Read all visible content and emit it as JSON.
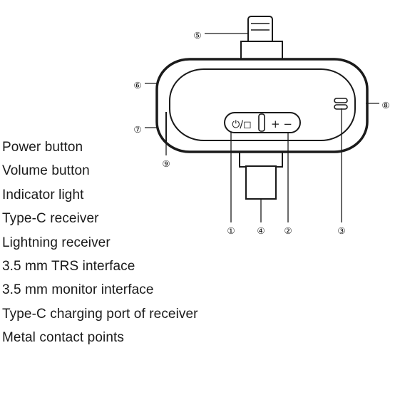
{
  "legend": [
    "Power button",
    "Volume button",
    "Indicator light",
    "Type-C receiver",
    "Lightning receiver",
    "3.5 mm TRS interface",
    "3.5 mm monitor interface",
    "Type-C charging port of receiver",
    "Metal contact points"
  ],
  "callouts": [
    "①",
    "②",
    "③",
    "④",
    "⑤",
    "⑥",
    "⑦",
    "⑧",
    "⑨"
  ],
  "buttons": {
    "power_symbol": "⏻/◻",
    "volume_symbol": "+ −"
  }
}
